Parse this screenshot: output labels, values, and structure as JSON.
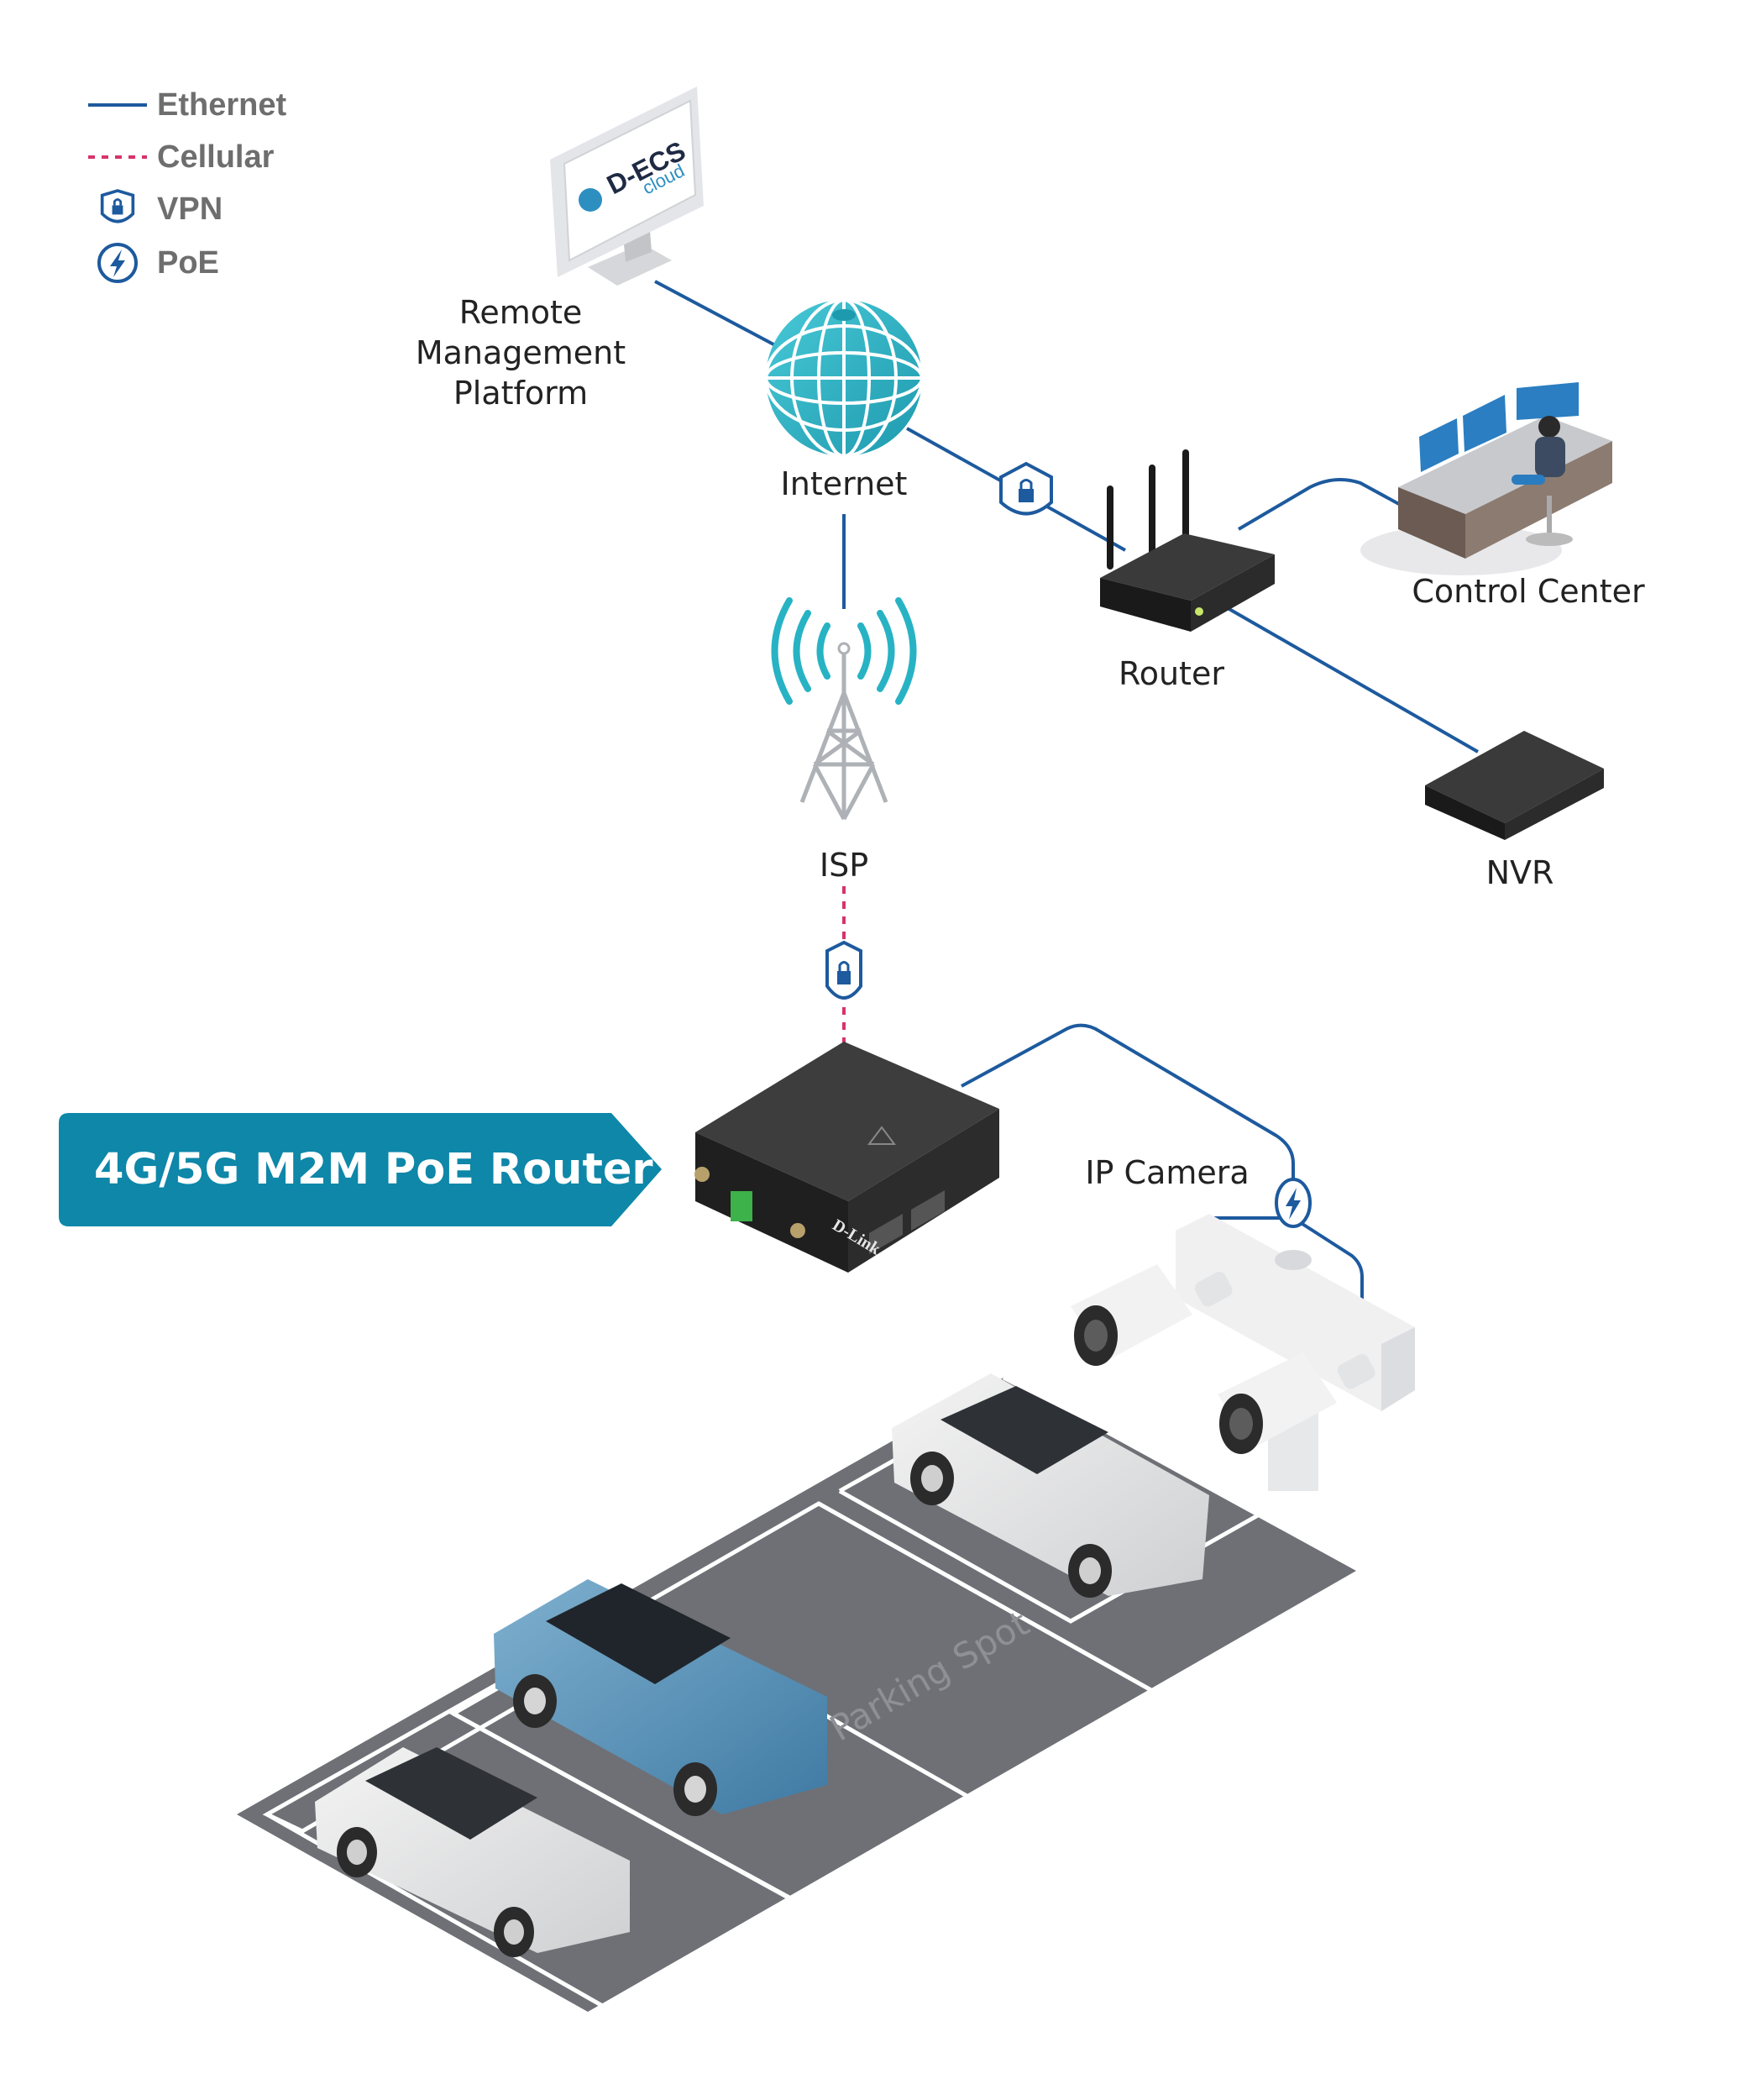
{
  "legend": {
    "ethernet": "Ethernet",
    "cellular": "Cellular",
    "vpn": "VPN",
    "poe": "PoE"
  },
  "nodes": {
    "remote_platform": [
      "Remote",
      "Management",
      "Platform"
    ],
    "internet": "Internet",
    "router": "Router",
    "control_center": "Control Center",
    "nvr": "NVR",
    "isp": "ISP",
    "ip_camera": "IP Camera"
  },
  "monitor_logo": {
    "brand": "D-ECS",
    "sub": "cloud"
  },
  "device_brand": "D-Link",
  "banner": "4G/5G M2M PoE Router",
  "parking_label": "Parking Spot",
  "colors": {
    "ethernet": "#1d5a9e",
    "cellular": "#d6336c",
    "banner": "#0e87a9",
    "globe": "#27b3c4",
    "lot": "#6e7075"
  }
}
